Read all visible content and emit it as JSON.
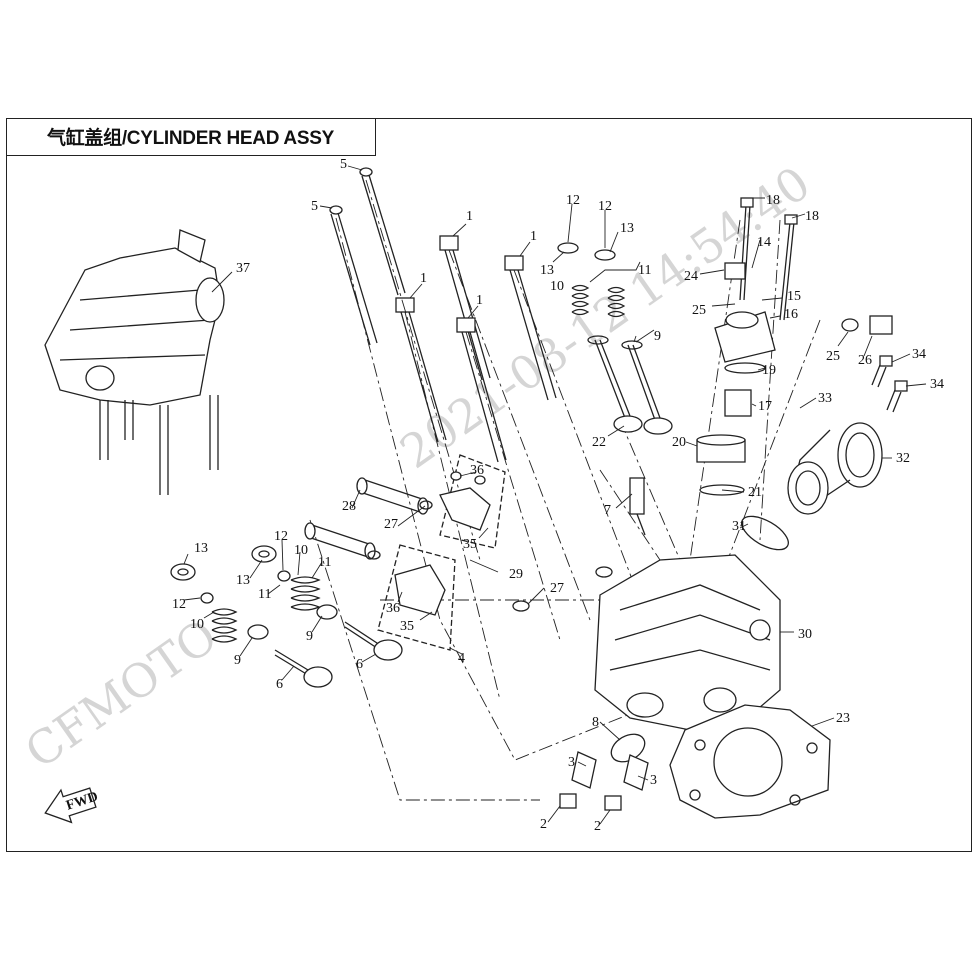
{
  "title": "气缸盖组/CYLINDER HEAD ASSY",
  "watermark": {
    "brand": "CFMOTO",
    "date_time": "2021-08-12 14:54:40"
  },
  "direction_marker": "FWD",
  "callouts": {
    "c5a": "5",
    "c5b": "5",
    "c1a": "1",
    "c1b": "1",
    "c1c": "1",
    "c1d": "1",
    "c12a": "12",
    "c12b": "12",
    "c13a": "13",
    "c13b": "13",
    "c10a": "10",
    "c11a": "11",
    "c9a": "9",
    "c22": "22",
    "c7": "7",
    "c18a": "18",
    "c18b": "18",
    "c14": "14",
    "c24": "24",
    "c15": "15",
    "c25a": "25",
    "c16": "16",
    "c25b": "25",
    "c26": "26",
    "c34a": "34",
    "c34b": "34",
    "c19": "19",
    "c17": "17",
    "c33": "33",
    "c20": "20",
    "c21": "21",
    "c32": "32",
    "c31": "31",
    "c37": "37",
    "c36a": "36",
    "c28": "28",
    "c27a": "27",
    "c35a": "35",
    "c29": "29",
    "c27b": "27",
    "c36b": "36",
    "c35b": "35",
    "c4": "4",
    "c13c": "13",
    "c12c": "12",
    "c10b": "10",
    "c13d": "13",
    "c12d": "12",
    "c11b": "11",
    "c10c": "10",
    "c11c": "11",
    "c9b": "9",
    "c9c": "9",
    "c6a": "6",
    "c6b": "6",
    "c30": "30",
    "c8": "8",
    "c23": "23",
    "c3a": "3",
    "c3b": "3",
    "c2a": "2",
    "c2b": "2"
  }
}
